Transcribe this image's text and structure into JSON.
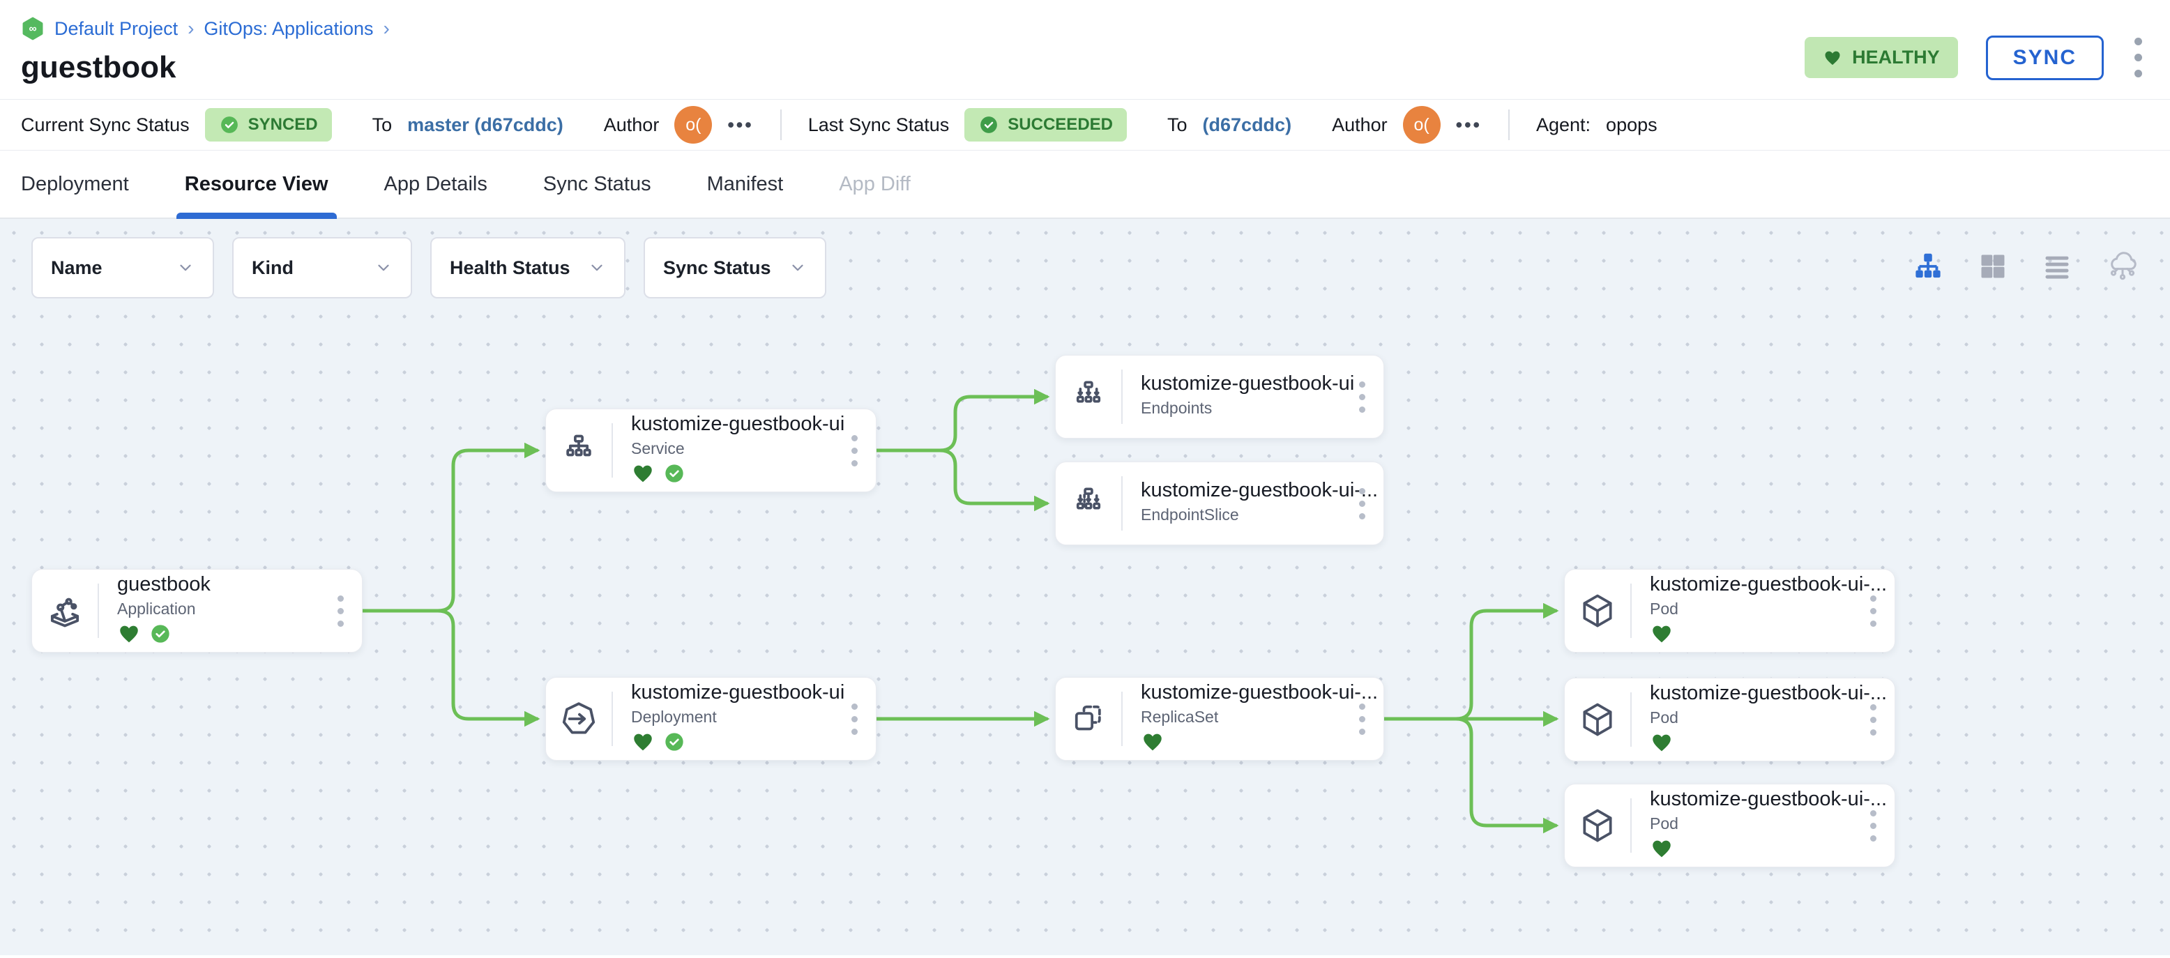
{
  "breadcrumb": {
    "project": "Default Project",
    "section": "GitOps: Applications",
    "separator": "›"
  },
  "page_title": "guestbook",
  "header": {
    "health_label": "HEALTHY",
    "sync_label": "SYNC"
  },
  "status_bar": {
    "current_label": "Current Sync Status",
    "current_badge": "SYNCED",
    "current_to_label": "To",
    "current_target": "master (d67cddc)",
    "current_author_label": "Author",
    "current_avatar": "o(",
    "last_label": "Last Sync Status",
    "last_badge": "SUCCEEDED",
    "last_to_label": "To",
    "last_target": "(d67cddc)",
    "last_author_label": "Author",
    "last_avatar": "o(",
    "more": "•••",
    "agent_label": "Agent:",
    "agent_value": "opops"
  },
  "tabs": [
    {
      "label": "Deployment",
      "state": "normal"
    },
    {
      "label": "Resource View",
      "state": "active"
    },
    {
      "label": "App Details",
      "state": "normal"
    },
    {
      "label": "Sync Status",
      "state": "normal"
    },
    {
      "label": "Manifest",
      "state": "normal"
    },
    {
      "label": "App Diff",
      "state": "disabled"
    }
  ],
  "filters": [
    {
      "label": "Name"
    },
    {
      "label": "Kind"
    },
    {
      "label": "Health Status"
    },
    {
      "label": "Sync Status"
    }
  ],
  "view_modes": [
    {
      "name": "tree-view",
      "active": true
    },
    {
      "name": "grid-view",
      "active": false
    },
    {
      "name": "list-view",
      "active": false
    },
    {
      "name": "cloud-view",
      "active": false
    }
  ],
  "graph": {
    "nodes": [
      {
        "title": "guestbook",
        "kind": "Application",
        "healthy": true,
        "synced": true
      },
      {
        "title": "kustomize-guestbook-ui",
        "kind": "Service",
        "healthy": true,
        "synced": true
      },
      {
        "title": "kustomize-guestbook-ui",
        "kind": "Endpoints",
        "healthy": false,
        "synced": false
      },
      {
        "title": "kustomize-guestbook-ui-...",
        "kind": "EndpointSlice",
        "healthy": false,
        "synced": false
      },
      {
        "title": "kustomize-guestbook-ui",
        "kind": "Deployment",
        "healthy": true,
        "synced": true
      },
      {
        "title": "kustomize-guestbook-ui-...",
        "kind": "ReplicaSet",
        "healthy": true,
        "synced": false
      },
      {
        "title": "kustomize-guestbook-ui-...",
        "kind": "Pod",
        "healthy": true,
        "synced": false
      },
      {
        "title": "kustomize-guestbook-ui-...",
        "kind": "Pod",
        "healthy": true,
        "synced": false
      },
      {
        "title": "kustomize-guestbook-ui-...",
        "kind": "Pod",
        "healthy": true,
        "synced": false
      }
    ],
    "edges": [
      [
        0,
        1
      ],
      [
        0,
        4
      ],
      [
        1,
        2
      ],
      [
        1,
        3
      ],
      [
        4,
        5
      ],
      [
        5,
        6
      ],
      [
        5,
        7
      ],
      [
        5,
        8
      ]
    ]
  },
  "colors": {
    "accent_blue": "#2563d0",
    "breadcrumb_blue": "#2b6cd4",
    "commit_blue": "#3b6ea5",
    "edge_green": "#6cbf56",
    "healthy_green": "#2e7d32",
    "synced_green": "#57b857",
    "badge_bg_green": "#c3e9b4",
    "avatar_orange": "#e8833f",
    "canvas_bg": "#eef3f8"
  }
}
